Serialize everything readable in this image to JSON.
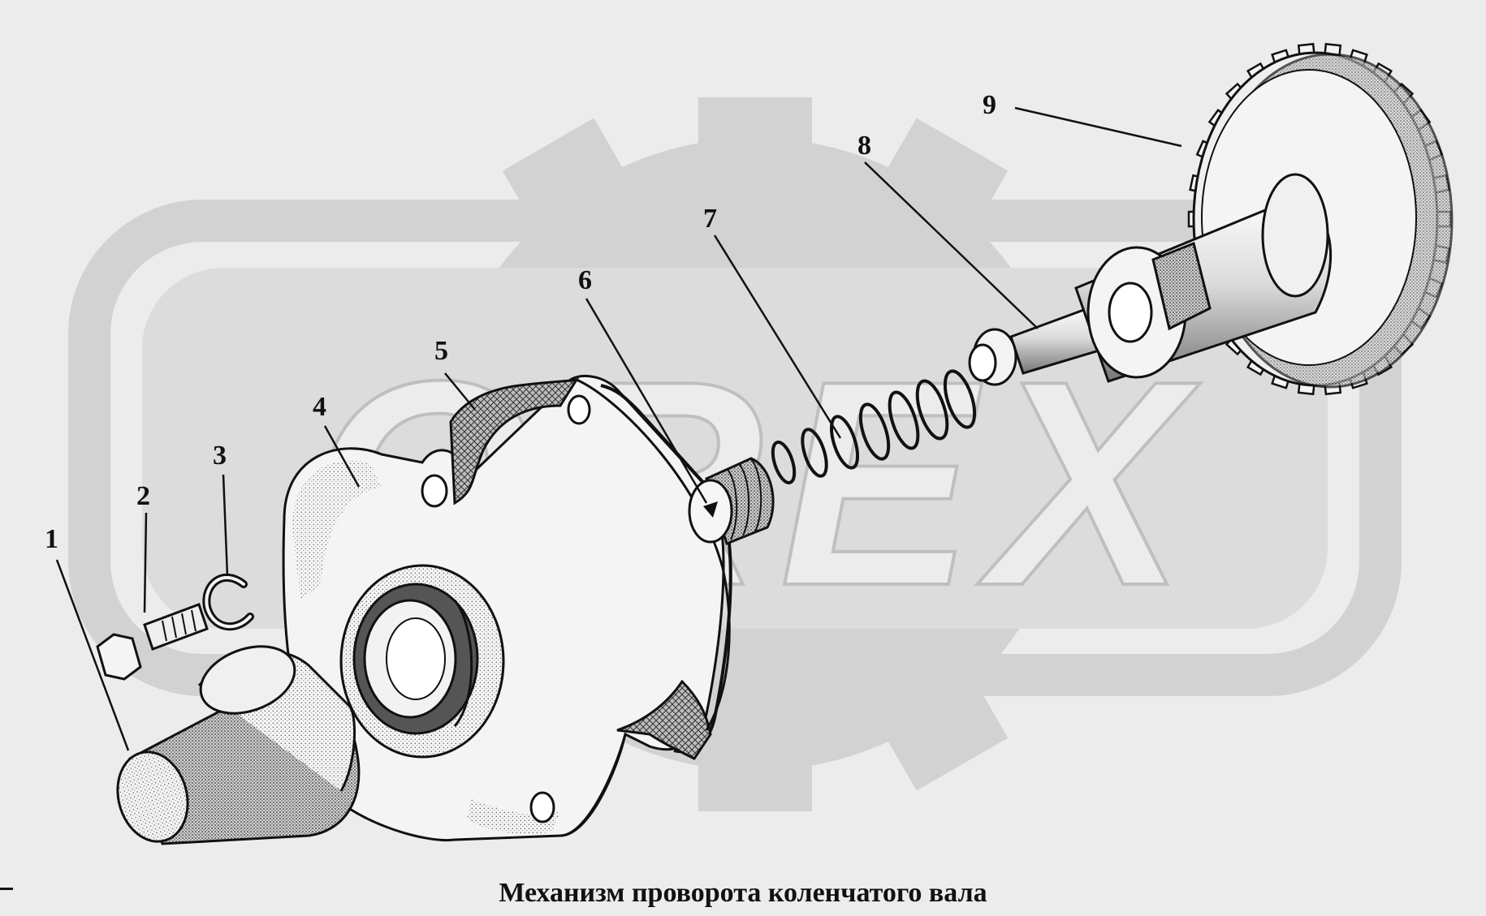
{
  "caption": "Механизм проворота коленчатого вала",
  "watermark": "OREX",
  "callouts": [
    "1",
    "2",
    "3",
    "4",
    "5",
    "6",
    "7",
    "8",
    "9"
  ],
  "colors": {
    "background": "#ececec",
    "watermark": "#d2d2d2",
    "ink": "#111111",
    "part_fill": "#f6f6f6"
  }
}
